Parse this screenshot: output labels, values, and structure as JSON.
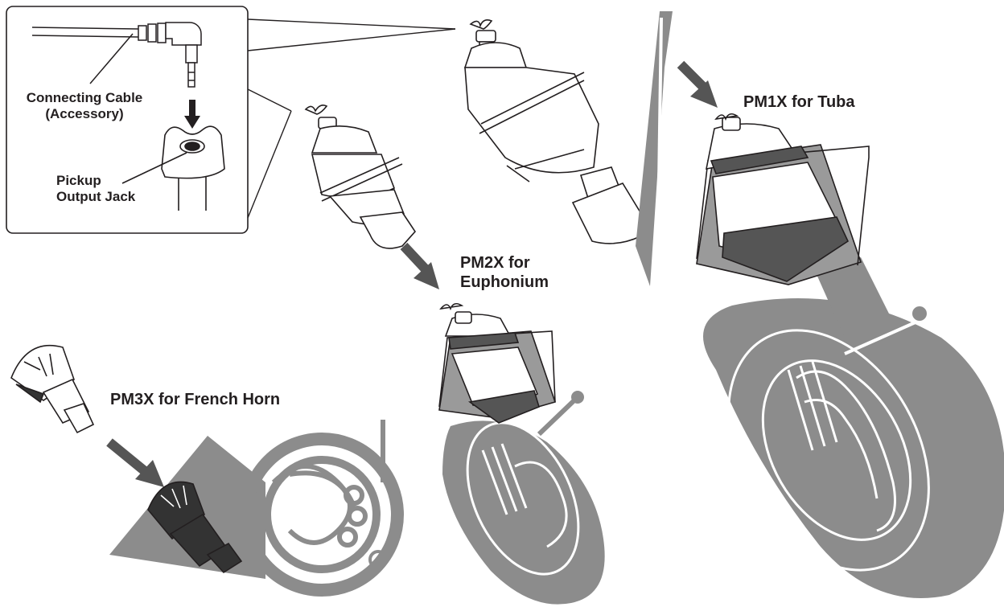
{
  "inset": {
    "cable_label_line1": "Connecting Cable",
    "cable_label_line2": "(Accessory)",
    "jack_label_line1": "Pickup",
    "jack_label_line2": "Output Jack"
  },
  "models": {
    "tuba": "PM1X for Tuba",
    "euphonium_line1": "PM2X for",
    "euphonium_line2": "Euphonium",
    "french_horn": "PM3X for French Horn"
  },
  "colors": {
    "instrument_gray": "#8c8c8c",
    "line_black": "#231f20",
    "mute_dark": "#333333",
    "arrow_gray": "#555555"
  }
}
